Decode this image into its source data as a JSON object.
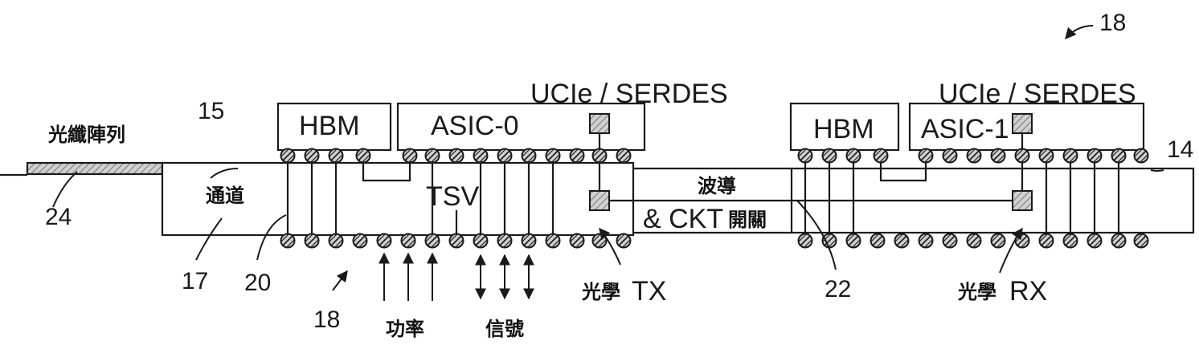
{
  "figure": {
    "ref_top": "18",
    "ucie_left": "UCIe / SERDES",
    "ucie_right": "UCIe / SERDES",
    "hbm_left": "HBM",
    "asic0": "ASIC-0",
    "hbm_right": "HBM",
    "asic1": "ASIC-1",
    "ref_14": "14",
    "fiber_array": "光纖陣列",
    "ref_15": "15",
    "channel": "通道",
    "ref_24": "24",
    "ref_17": "17",
    "ref_20": "20",
    "tsv": "TSV",
    "waveguide": "波導",
    "ckt": "& CKT",
    "switch": "開關",
    "ref_18_bottom": "18",
    "power": "功率",
    "signal": "信號",
    "optical_tx_cjk": "光學",
    "tx": "TX",
    "ref_22": "22",
    "optical_rx_cjk": "光學",
    "rx": "RX"
  },
  "colors": {
    "line": "#1a1a1a",
    "hatch_fill": "#a8a8a8",
    "pad_fill": "#c8c8c8"
  }
}
